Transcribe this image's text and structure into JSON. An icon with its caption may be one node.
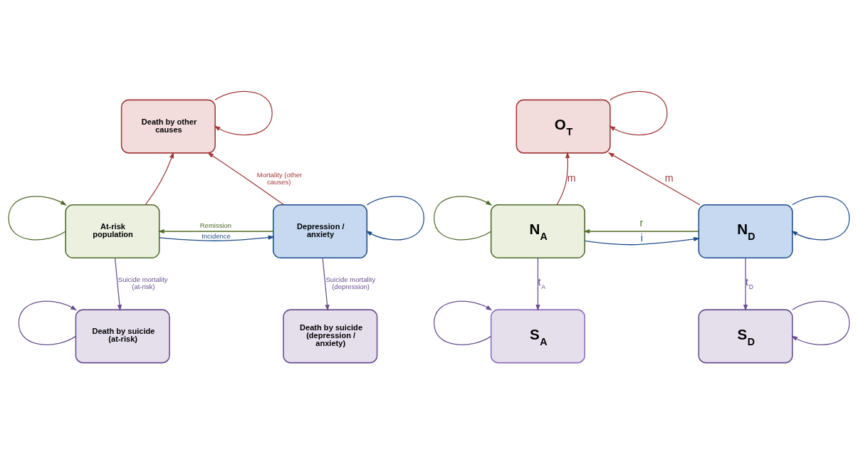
{
  "diagram": {
    "nodes": [
      {
        "text": [
          "Death by other causes"
        ]
      },
      {
        "text": [
          "At-risk population"
        ]
      },
      {
        "text": [
          "Depression / anxiety"
        ]
      },
      {
        "text": [
          "Death by suicide (at-risk)"
        ]
      },
      {
        "text": [
          "Death by suicide (depression / anxiety)"
        ]
      },
      {
        "text": [
          "O$_{T}$"
        ]
      },
      {
        "text": [
          "N$_{A}$"
        ]
      },
      {
        "text": [
          "N$_{D}$"
        ]
      },
      {
        "text": [
          "S$_{A}$"
        ]
      },
      {
        "text": [
          "S$_{D}$"
        ]
      }
    ],
    "edges": [
      {
        "from": 0,
        "to": 0,
        "arrow": "to",
        "color": "#a33b3b"
      },
      {
        "from": 1,
        "to": 0,
        "arrow": "to",
        "color": "#a33b3b"
      },
      {
        "from": 2,
        "to": 0,
        "arrow": "to",
        "label": "Mortality (other causes)",
        "color": "#a33b3b"
      },
      {
        "from": 1,
        "to": 1,
        "arrow": "to",
        "color": "#4f6b2a"
      },
      {
        "from": 1,
        "to": 2,
        "arrow": "to",
        "label": "Incidence",
        "color": "#1f4e8c"
      },
      {
        "from": 2,
        "to": 2,
        "arrow": "to",
        "color": "#1f4e8c"
      },
      {
        "from": 2,
        "to": 1,
        "arrow": "to",
        "label": "Remission",
        "color": "#4f6b2a"
      },
      {
        "from": 1,
        "to": 3,
        "arrow": "to",
        "label": "Suicide mortality (at-risk)",
        "color": "#6a4f8f"
      },
      {
        "from": 2,
        "to": 4,
        "arrow": "to",
        "label": "Suicide mortality (depression)",
        "color": "#6a4f8f"
      },
      {
        "from": 3,
        "to": 3,
        "arrow": "to",
        "color": "#6a4f8f"
      },
      {
        "from": 5,
        "to": 5,
        "arrow": "to",
        "color": "#a33b3b"
      },
      {
        "from": 6,
        "to": 5,
        "arrow": "to",
        "label": "m",
        "color": "#a33b3b"
      },
      {
        "from": 7,
        "to": 5,
        "arrow": "to",
        "label": "m",
        "color": "#a33b3b"
      },
      {
        "from": 6,
        "to": 6,
        "arrow": "to",
        "color": "#4f6b2a"
      },
      {
        "from": 6,
        "to": 7,
        "arrow": "to",
        "label": "i",
        "color": "#1f4e8c"
      },
      {
        "from": 7,
        "to": 7,
        "arrow": "to",
        "color": "#1f4e8c"
      },
      {
        "from": 7,
        "to": 6,
        "arrow": "to",
        "label": "r",
        "color": "#4f6b2a"
      },
      {
        "from": 6,
        "to": 8,
        "arrow": "to",
        "label": "t$_{A}$",
        "color": "#6a4f8f"
      },
      {
        "from": 7,
        "to": 9,
        "arrow": "to",
        "label": "t$_{D}$",
        "color": "#6a4f8f"
      },
      {
        "from": 8,
        "to": 8,
        "arrow": "to",
        "color": "#6a4f8f"
      },
      {
        "from": 9,
        "to": 9,
        "arrow": "to",
        "color": "#6a4f8f"
      }
    ]
  }
}
